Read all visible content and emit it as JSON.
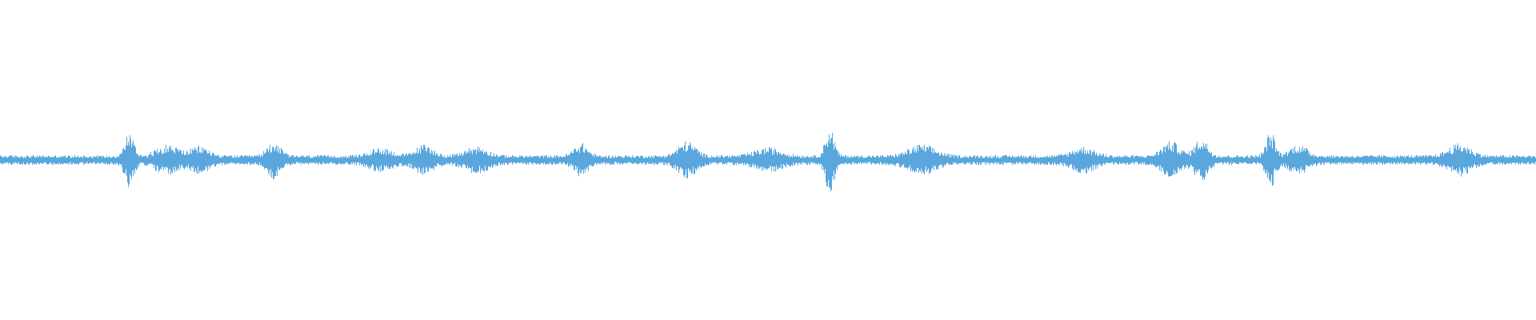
{
  "waveform": {
    "color": "#5aa7de",
    "background": "#ffffff",
    "baseline_amplitude": 0.015,
    "bursts": [
      {
        "position": 0.084,
        "amplitude": 0.075,
        "spread": 0.004
      },
      {
        "position": 0.109,
        "amplitude": 0.035,
        "spread": 0.01
      },
      {
        "position": 0.13,
        "amplitude": 0.03,
        "spread": 0.008
      },
      {
        "position": 0.178,
        "amplitude": 0.045,
        "spread": 0.006
      },
      {
        "position": 0.248,
        "amplitude": 0.025,
        "spread": 0.01
      },
      {
        "position": 0.276,
        "amplitude": 0.035,
        "spread": 0.008
      },
      {
        "position": 0.31,
        "amplitude": 0.03,
        "spread": 0.01
      },
      {
        "position": 0.378,
        "amplitude": 0.04,
        "spread": 0.006
      },
      {
        "position": 0.447,
        "amplitude": 0.045,
        "spread": 0.008
      },
      {
        "position": 0.5,
        "amplitude": 0.025,
        "spread": 0.012
      },
      {
        "position": 0.54,
        "amplitude": 0.09,
        "spread": 0.004
      },
      {
        "position": 0.6,
        "amplitude": 0.035,
        "spread": 0.012
      },
      {
        "position": 0.705,
        "amplitude": 0.028,
        "spread": 0.01
      },
      {
        "position": 0.762,
        "amplitude": 0.045,
        "spread": 0.008
      },
      {
        "position": 0.782,
        "amplitude": 0.055,
        "spread": 0.006
      },
      {
        "position": 0.827,
        "amplitude": 0.075,
        "spread": 0.004
      },
      {
        "position": 0.845,
        "amplitude": 0.035,
        "spread": 0.008
      },
      {
        "position": 0.95,
        "amplitude": 0.038,
        "spread": 0.01
      }
    ]
  }
}
